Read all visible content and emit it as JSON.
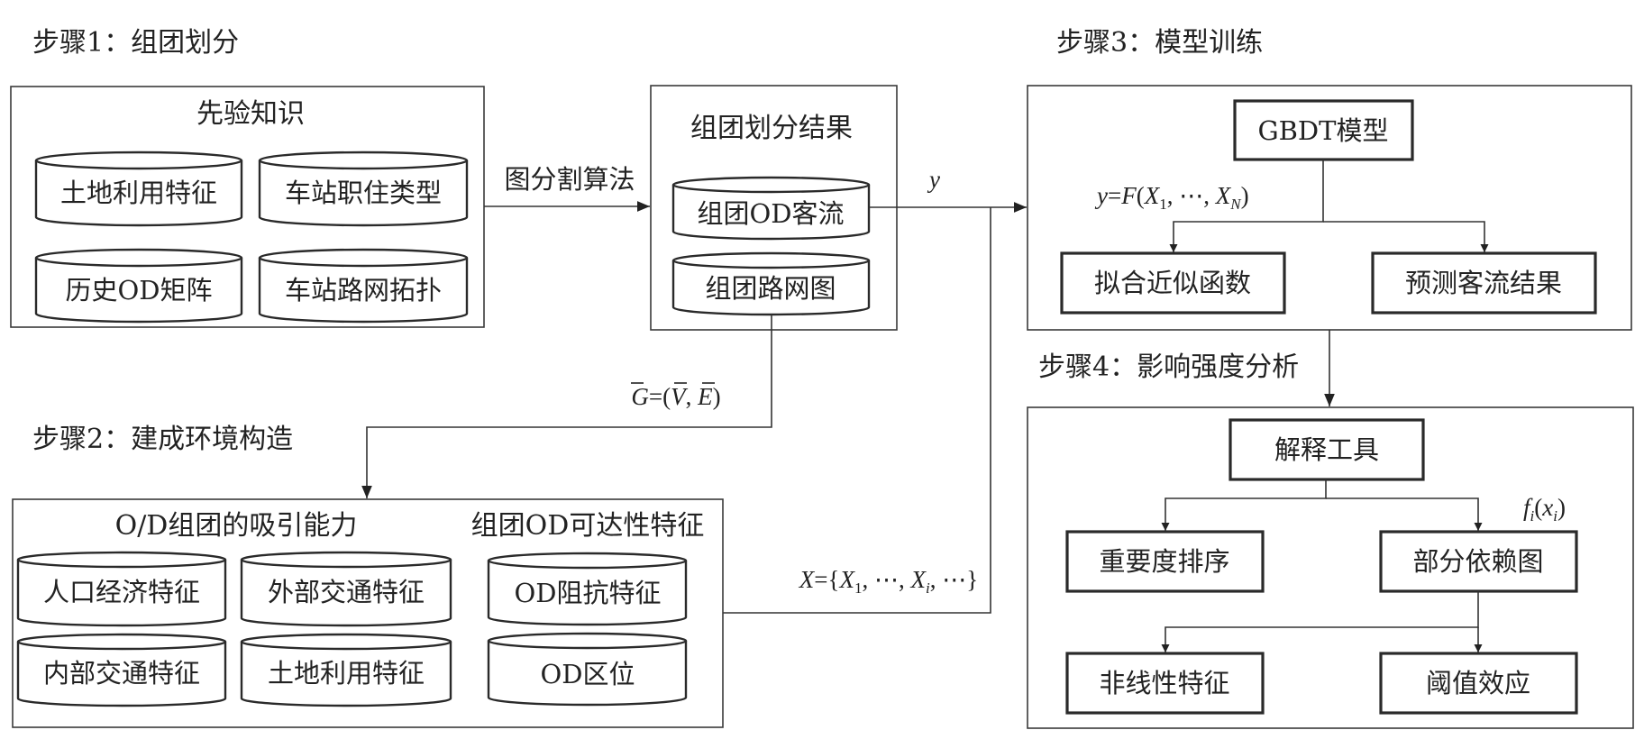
{
  "steps": {
    "step1": {
      "title": "步骤1：组团划分",
      "group_title": "先验知识",
      "items": [
        "土地利用特征",
        "车站职住类型",
        "历史OD矩阵",
        "车站路网拓扑"
      ]
    },
    "step2": {
      "title": "步骤2：建成环境构造",
      "attraction_title": "O/D组团的吸引能力",
      "attraction_items": [
        "人口经济特征",
        "外部交通特征",
        "内部交通特征",
        "土地利用特征"
      ],
      "accessibility_title": "组团OD可达性特征",
      "accessibility_items": [
        "OD阻抗特征",
        "OD区位"
      ]
    },
    "step3": {
      "title": "步骤3：模型训练",
      "model": "GBDT模型",
      "formula": {
        "lhs": "y",
        "eq": "=",
        "func": "F",
        "open": "(",
        "x1": "X",
        "x1_sub": "1",
        "mid": ", ⋯, ",
        "xn": "X",
        "xn_sub": "N",
        "close": ")"
      },
      "outputs": [
        "拟合近似函数",
        "预测客流结果"
      ]
    },
    "step4": {
      "title": "步骤4：影响强度分析",
      "tool": "解释工具",
      "methods": [
        "重要度排序",
        "部分依赖图"
      ],
      "pdp_formula": {
        "f": "f",
        "f_sub": "i",
        "open": "(",
        "x": "x",
        "x_sub": "i",
        "close": ")"
      },
      "findings": [
        "非线性特征",
        "阈值效应"
      ]
    }
  },
  "partition_result": {
    "title": "组团划分结果",
    "items": [
      "组团OD客流",
      "组团路网图"
    ]
  },
  "edges": {
    "algorithm": "图分割算法",
    "y_label": "y",
    "graph_label": {
      "g": "G",
      "eq": "=(",
      "v": "V",
      "sep": ", ",
      "e": "E",
      "close": ")"
    },
    "x_label": {
      "x": "X",
      "eq": "={",
      "x1": "X",
      "x1_sub": "1",
      "mid": ", ⋯, ",
      "xi": "X",
      "xi_sub": "i",
      "end": ", ⋯}"
    }
  }
}
